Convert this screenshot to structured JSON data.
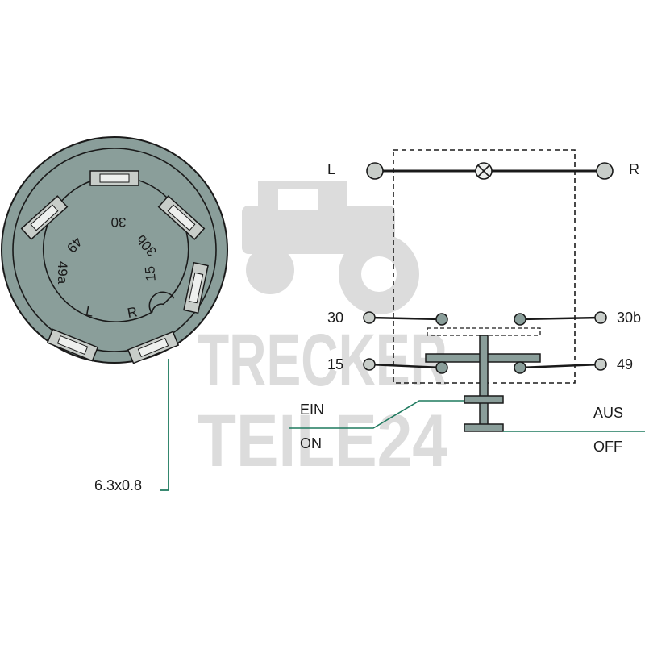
{
  "watermark": {
    "line1": "TRECKER",
    "line2": "TEILE24"
  },
  "connector": {
    "pin_labels": {
      "p30": "30",
      "p49": "49",
      "p30b": "30b",
      "p49a": "49a",
      "p15": "15",
      "pL": "L",
      "pR": "R"
    },
    "terminal_size": "6.3x0.8"
  },
  "schematic": {
    "lamp_left": "L",
    "lamp_right": "R",
    "t30": "30",
    "t30b": "30b",
    "t15": "15",
    "t49": "49",
    "ein": "EIN",
    "on": "ON",
    "aus": "AUS",
    "off": "OFF"
  },
  "colors": {
    "connector_fill": "#8a9e9a",
    "line_green": "#1f7a5f",
    "terminal_fill": "#c8cdc9"
  }
}
